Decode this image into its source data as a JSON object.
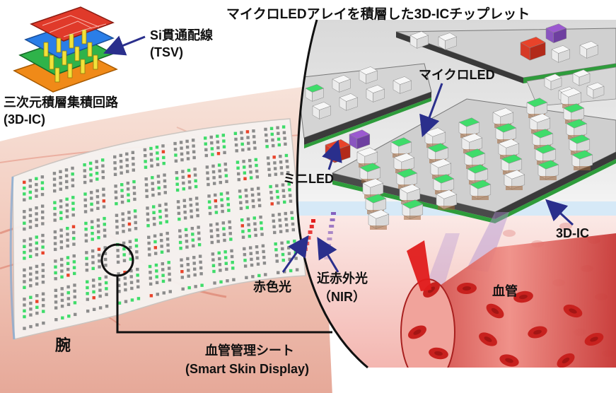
{
  "labels": {
    "title": "マイクロLEDアレイを積層した3D-ICチップレット",
    "tsv_line1": "Si貫通配線",
    "tsv_line2": "(TSV)",
    "ic3d_line1": "三次元積層集積回路",
    "ic3d_line2": "(3D-IC)",
    "micro_led": "マイクロLED",
    "mini_led": "ミニLED",
    "ic3d_right": "3D-IC",
    "red_light": "赤色光",
    "nir_line1": "近赤外光",
    "nir_line2": "（NIR）",
    "blood_vessel": "血管",
    "arm": "腕",
    "sheet_line1": "血管管理シート",
    "sheet_line2": "(Smart Skin Display)"
  },
  "colors": {
    "led_green": "#3fdc6a",
    "led_red": "#e8432a",
    "led_purple": "#9b59d0",
    "arrow_navy": "#2a2f8c",
    "skin": "#f3cdbf",
    "vessel": "#e0524f"
  }
}
